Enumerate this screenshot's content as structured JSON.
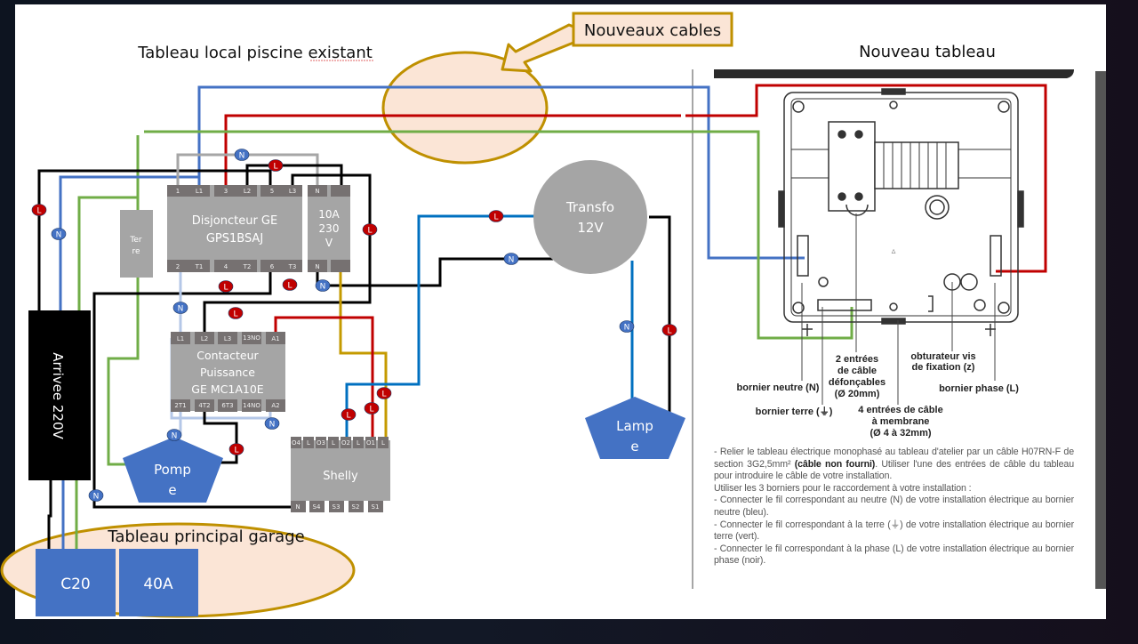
{
  "titles": {
    "left": "Tableau local piscine existant",
    "right": "Nouveau tableau",
    "callout": "Nouveaux cables",
    "garage": "Tableau principal garage"
  },
  "components": {
    "disjoncteur": {
      "line1": "Disjoncteur GE",
      "line2": "GPS1BSAJ",
      "top_terminals": [
        "1",
        "L1",
        "3",
        "L2",
        "5",
        "L3"
      ],
      "bottom_terminals": [
        "2",
        "T1",
        "4",
        "T2",
        "6",
        "T3"
      ]
    },
    "breaker_10a": {
      "line1": "10A",
      "line2": "230",
      "line3": "V",
      "top_terminals": [
        "N",
        ""
      ],
      "bottom_terminals": [
        "N",
        ""
      ]
    },
    "terre": {
      "line1": "Ter",
      "line2": "re"
    },
    "contacteur": {
      "line1": "Contacteur",
      "line2": "Puissance",
      "line3": "GE MC1A10E",
      "top_terminals": [
        "L1",
        "L2",
        "L3",
        "13NO",
        "A1"
      ],
      "bottom_terminals": [
        "2T1",
        "4T2",
        "6T3",
        "14NO",
        "A2"
      ]
    },
    "shelly": {
      "label": "Shelly",
      "top_terminals": [
        "O4",
        "L",
        "O3",
        "L",
        "O2",
        "L",
        "O1",
        "L"
      ],
      "bottom_terminals": [
        "N",
        "S4",
        "S3",
        "S2",
        "S1"
      ]
    },
    "transfo": {
      "line1": "Transfo",
      "line2": "12V"
    },
    "lampe": {
      "line1": "Lamp",
      "line2": "e"
    },
    "pompe": {
      "line1": "Pomp",
      "line2": "e"
    },
    "arrivee": {
      "label": "Arrivee 220V"
    },
    "c20": {
      "label": "C20"
    },
    "a40": {
      "label": "40A"
    }
  },
  "wire_markers": {
    "live": "L",
    "neutral": "N"
  },
  "wire_colors": {
    "live_black": "#000000",
    "live_red": "#c00000",
    "neutral_blue": "#4472c4",
    "neutral_light": "#b4c7e7",
    "earth_green": "#70ad47",
    "gold": "#c49a00",
    "grey": "#a6a6a6",
    "lamp_blue": "#0070c0"
  },
  "colors": {
    "box_grey": "#a5a5a5",
    "terminal_grey": "#767171",
    "shape_blue": "#4472c4",
    "highlight_fill": "#fbe5d6",
    "highlight_stroke": "#bf9000",
    "marker_red": "#c00000",
    "marker_blue": "#4472c4"
  },
  "doc": {
    "labels": {
      "bornier_neutre": "bornier neutre (N)",
      "bornier_terre": "bornier terre (⏚)",
      "entrees_defoncables": [
        "2 entrées",
        "de câble",
        "défonçables",
        "(Ø 20mm)"
      ],
      "entrees_membrane": [
        "4 entrées de câble",
        "à membrane",
        "(Ø 4 à 32mm)"
      ],
      "obturateur": [
        "obturateur vis",
        "de fixation (z)"
      ],
      "bornier_phase": "bornier phase (L)"
    },
    "para1_a": "- Relier le tableau électrique monophasé au tableau d'atelier par un câble H07RN-F de section 3G2,5mm² ",
    "para1_b": "(câble non fourni)",
    "para1_c": ". Utiliser l'une des entrées de câble du tableau pour introduire le câble de votre installation.",
    "para2": "Utiliser les 3 borniers pour le raccordement à votre installation :",
    "para3": "- Connecter le fil correspondant au neutre (N) de votre installation électrique au bornier neutre (bleu).",
    "para4": "- Connecter le fil correspondant à la terre (⏚) de votre installation électrique au bornier terre (vert).",
    "para5": "- Connecter le fil correspondant à la phase (L) de votre installation électrique au bornier phase (noir)."
  }
}
